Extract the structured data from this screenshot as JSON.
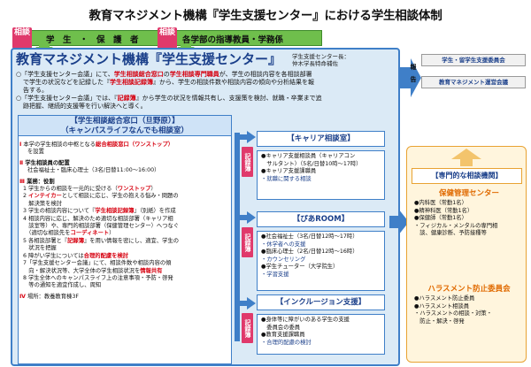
{
  "title": "教育マネジメント機構『学生支援センター』における学生相談体制",
  "strip": {
    "tag_left": "相談",
    "left_text": "学　生　・　保　護　者",
    "tag_right": "相談",
    "right_text": "各学部の指導教員・学務係"
  },
  "blue": {
    "heading": "教育マネジメント機構『学生支援センター』",
    "director_line1": "学生支援センター長：",
    "director_line2": "仲木学長特命補佐",
    "bullet1_a": "「学生支援センター会議」にて、",
    "bullet1_b": "学生相談総合窓口",
    "bullet1_c": "の",
    "bullet1_d": "学生相談専門職員",
    "bullet1_e": "が、学生の相談内容を各相談部署",
    "bullet1_f": "で学生の状況などを記録した『",
    "bullet1_g": "学生相談記録簿",
    "bullet1_h": "』から、学生の相談件数や相談内容の傾向や分析結果を報",
    "bullet1_i": "告する。",
    "bullet2_a": "「学生支援センター会議」では、『",
    "bullet2_b": "記録簿",
    "bullet2_c": "』から学生の状況を情報共有し、支援策を検討、就職・卒業まで追",
    "bullet2_d": "跡把握、継続的支援等を行い解決へと導く。"
  },
  "report": {
    "label": "報　告",
    "box1": "学生・留学生支援委員会",
    "box2": "教育マネジメント運営会議"
  },
  "left": {
    "head1": "【学生相談総合窓口（旦野原）】",
    "head2": "（キャンパスライフなんでも相談室）",
    "s1_num": "Ⅰ",
    "s1_a": "本学の学生相談の中枢となる",
    "s1_b": "総合相談窓口（ワンストップ）",
    "s1_c": "を設置",
    "s2_num": "Ⅱ",
    "s2_title": "学生相談員の配置",
    "s2_body": "社会福祉士・臨床心理士（3名/日替11:00～16:00）",
    "s3_num": "Ⅲ",
    "s3_title": "業務：役割",
    "i1_a": "1 学生からの相談を一元的に受ける（",
    "i1_b": "ワンストップ",
    "i1_c": "）",
    "i2_a": "2 ",
    "i2_b": "インテイカー",
    "i2_c": "として相談に応じ、学生の抱える悩み・問題の",
    "i2_d": "　解決策を検討",
    "i3_a": "3 学生の相談内容について『",
    "i3_b": "学生相談記録簿",
    "i3_c": "』（別紙）を作成",
    "i4_a": "4 相談内容に応じ、解決のため適切な相談部署（キャリア相",
    "i4_b": "　談室等）や、専門的相談部署（保健管理センター）へつなぐ",
    "i4_c": "　（適切な相談先を",
    "i4_d": "コーディネート",
    "i4_e": "）",
    "i5_a": "5 各相談部署と『",
    "i5_b": "記録簿",
    "i5_c": "』を用い情報を密にし、適宜、学生の",
    "i5_d": "　状況を把握",
    "i6_a": "6 障がい学生については",
    "i6_b": "合理的配慮を検討",
    "i7_a": "7「学生支援センター会議」にて、相談件数や相談内容の傾",
    "i7_b": "　向・解決状況等、大学全体の学生相談状況を",
    "i7_c": "情報共有",
    "i8_a": "8 学生全体へのキャンパスライフ上の注意事項・予防・啓発",
    "i8_b": "　等の通知を適宜作成し、周知",
    "s4_num": "Ⅳ",
    "s4_body": "場所：教養教育棟3F"
  },
  "kiroku": "記録簿",
  "career": {
    "head": "【キャリア相談室】",
    "l1": "●キャリア支援相談員（キャリアコン",
    "l2": "　サルタント）（5名/日替10時～17時）",
    "l3": "●キャリア支援課職員",
    "l4": "・就職に関する相談"
  },
  "piano": {
    "head": "【ぴあROOM】",
    "l1": "●社会福祉士（3名/日替12時～17時）",
    "l2": "・休学者への支援",
    "l3": "●臨床心理士（2名/日替12時～16時）",
    "l4": "・カウンセリング",
    "l5": "●学生チューター（大学院生）",
    "l6": "・学習支援"
  },
  "inclusion": {
    "head": "【インクルージョン支援】",
    "l1": "●身体等に障がいのある学生の支援",
    "l2": "　委員会の委員",
    "l3": "●教育支援課職員",
    "l4": "・合理的配慮の検討"
  },
  "expert": {
    "head": "【専門的な相談機関】",
    "hc_title": "保健管理センター",
    "hc_l1": "●内科医（常勤1名）",
    "hc_l2": "●精神科医（常勤1名）",
    "hc_l3": "●保健師（常勤1名）",
    "hc_l4": "・フィジカル・メンタルの専門相",
    "hc_l5": "　談、健康診断、予防接種等",
    "hr_title": "ハラスメント防止委員会",
    "hr_l1": "●ハラスメント防止委員",
    "hr_l2": "●ハラスメント相談員",
    "hr_l3": "・ハラスメントの相談・対策・",
    "hr_l4": "　防止・解決・啓発"
  }
}
